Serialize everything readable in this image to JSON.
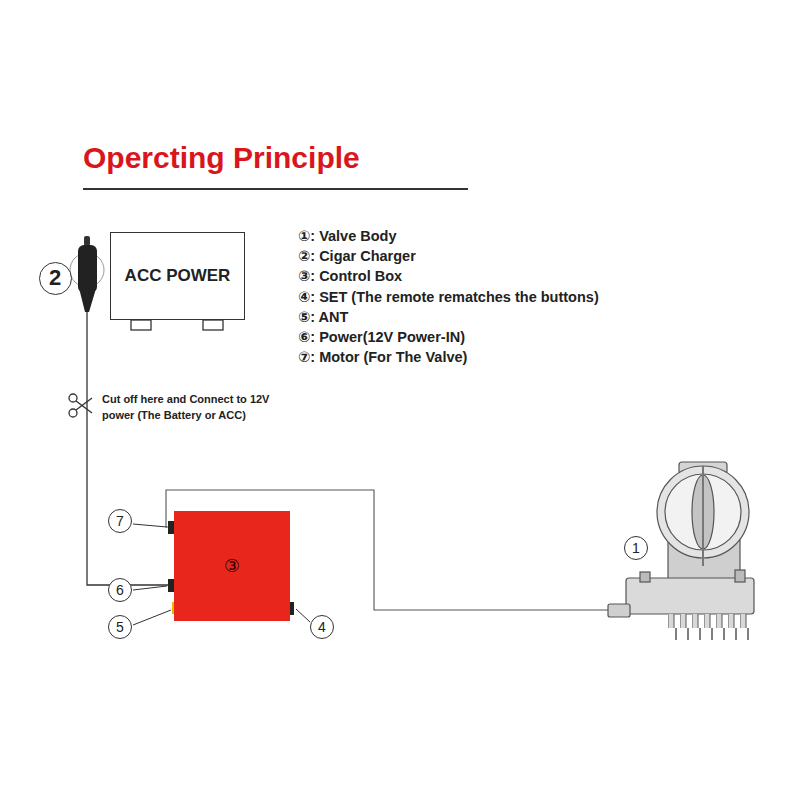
{
  "diagram": {
    "title": "Opercting Principle",
    "nodes": [
      {
        "text": [
          "ACC POWER"
        ]
      },
      {
        "text": [
          "③"
        ]
      }
    ],
    "labels": [
      "①: Valve Body",
      "②: Cigar Charger",
      "③: Control Box",
      "④: SET (The remote rematches the buttons)",
      "⑤: ANT",
      "⑥: Power(12V Power-IN)",
      "⑦: Motor (For The Valve)",
      "2",
      "Cut off here and Connect to 12V power (The Battery or ACC)",
      "7",
      "6",
      "5",
      "4",
      "1"
    ]
  }
}
